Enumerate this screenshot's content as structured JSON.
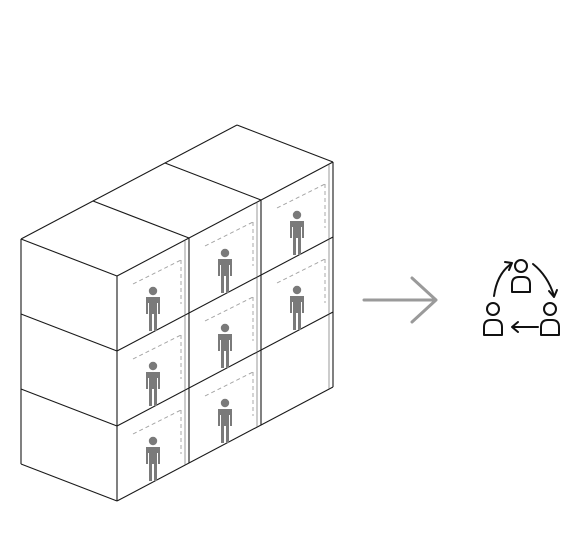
{
  "diagram": {
    "block": {
      "columns": 3,
      "rows": 3,
      "occupied_cells": [
        {
          "col": 0,
          "row": 0
        },
        {
          "col": 0,
          "row": 1
        },
        {
          "col": 0,
          "row": 2
        },
        {
          "col": 1,
          "row": 0
        },
        {
          "col": 1,
          "row": 1
        },
        {
          "col": 1,
          "row": 2
        },
        {
          "col": 2,
          "row": 0
        },
        {
          "col": 2,
          "row": 1
        }
      ]
    },
    "arrow": {
      "direction": "right"
    },
    "collaboration_icon": {
      "people": 3,
      "cycle": "clockwise"
    },
    "colors": {
      "line": "#1a1a1a",
      "figure": "#7a7a7a",
      "dashed": "#a0a0a0",
      "arrow": "#9a9a9a",
      "icon": "#111111"
    }
  }
}
